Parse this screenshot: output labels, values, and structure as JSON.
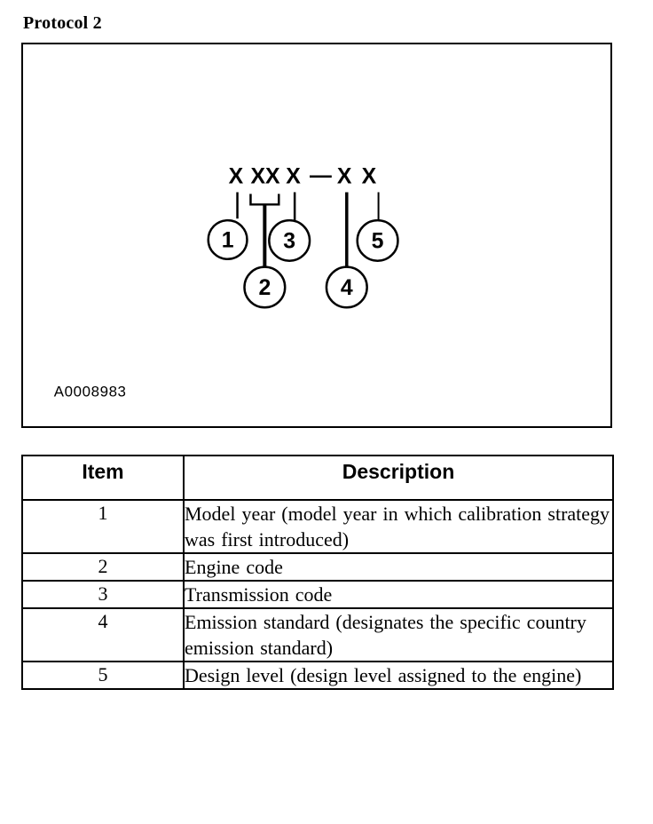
{
  "page": {
    "title": "Protocol 2"
  },
  "figure": {
    "id_label": "A0008983",
    "code_pattern": {
      "full": "X XX X — X X",
      "segments": [
        {
          "text": "X",
          "item": 1
        },
        {
          "text": "XX",
          "item": 2
        },
        {
          "text": "X",
          "item": 3
        },
        {
          "text": "—",
          "item": null
        },
        {
          "text": "X",
          "item": 4
        },
        {
          "text": "X",
          "item": 5
        }
      ]
    },
    "callouts": [
      {
        "number": "1",
        "row": "upper"
      },
      {
        "number": "2",
        "row": "lower"
      },
      {
        "number": "3",
        "row": "upper"
      },
      {
        "number": "4",
        "row": "lower"
      },
      {
        "number": "5",
        "row": "upper"
      }
    ]
  },
  "table": {
    "headers": {
      "item": "Item",
      "description": "Description"
    },
    "rows": [
      {
        "item": "1",
        "description": "Model year (model year in which calibration strategy was first introduced)"
      },
      {
        "item": "2",
        "description": "Engine code"
      },
      {
        "item": "3",
        "description": "Transmission code"
      },
      {
        "item": "4",
        "description": "Emission standard (designates the specific country emission standard)"
      },
      {
        "item": "5",
        "description": "Design level (design level assigned to the engine)"
      }
    ]
  },
  "colors": {
    "ink": "#000000",
    "paper": "#ffffff"
  }
}
